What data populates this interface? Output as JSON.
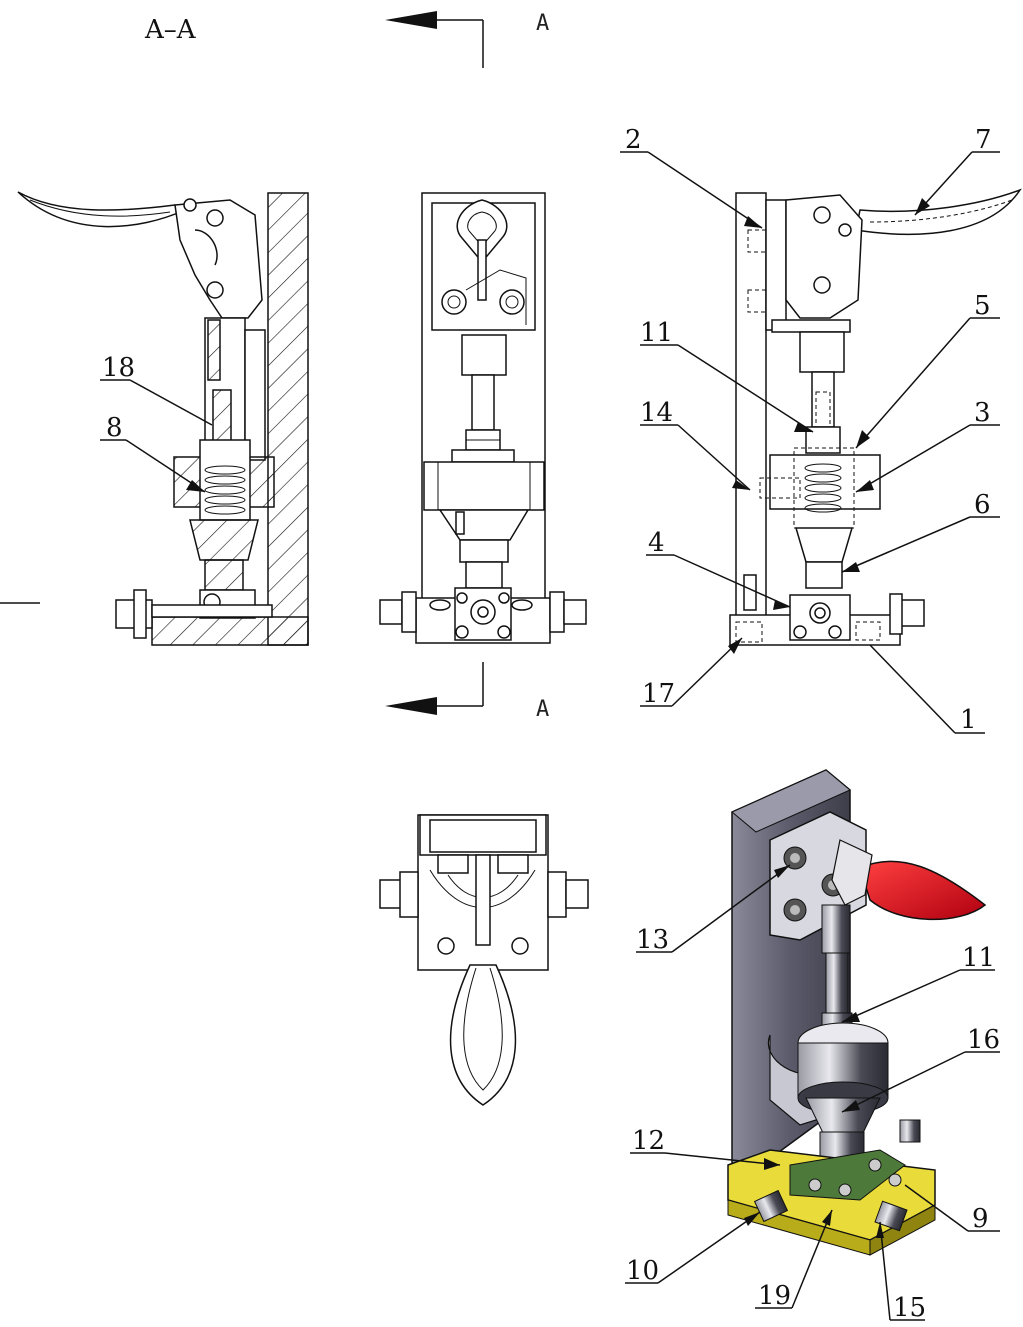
{
  "section_label": "A–A",
  "section_markers": {
    "top": "A",
    "bottom": "A"
  },
  "callouts": {
    "c1": "1",
    "c2": "2",
    "c3": "3",
    "c4": "4",
    "c5": "5",
    "c6": "6",
    "c7": "7",
    "c8": "8",
    "c9": "9",
    "c10": "10",
    "c11a": "11",
    "c11b": "11",
    "c12": "12",
    "c13": "13",
    "c14": "14",
    "c15": "15",
    "c16": "16",
    "c17": "17",
    "c18": "18",
    "c19": "19"
  },
  "colors": {
    "handle_red": "#e0151b",
    "base_yellow": "#e9dc3a",
    "body_gray": "#6f6f80",
    "pcb_green": "#4d7a3a"
  }
}
